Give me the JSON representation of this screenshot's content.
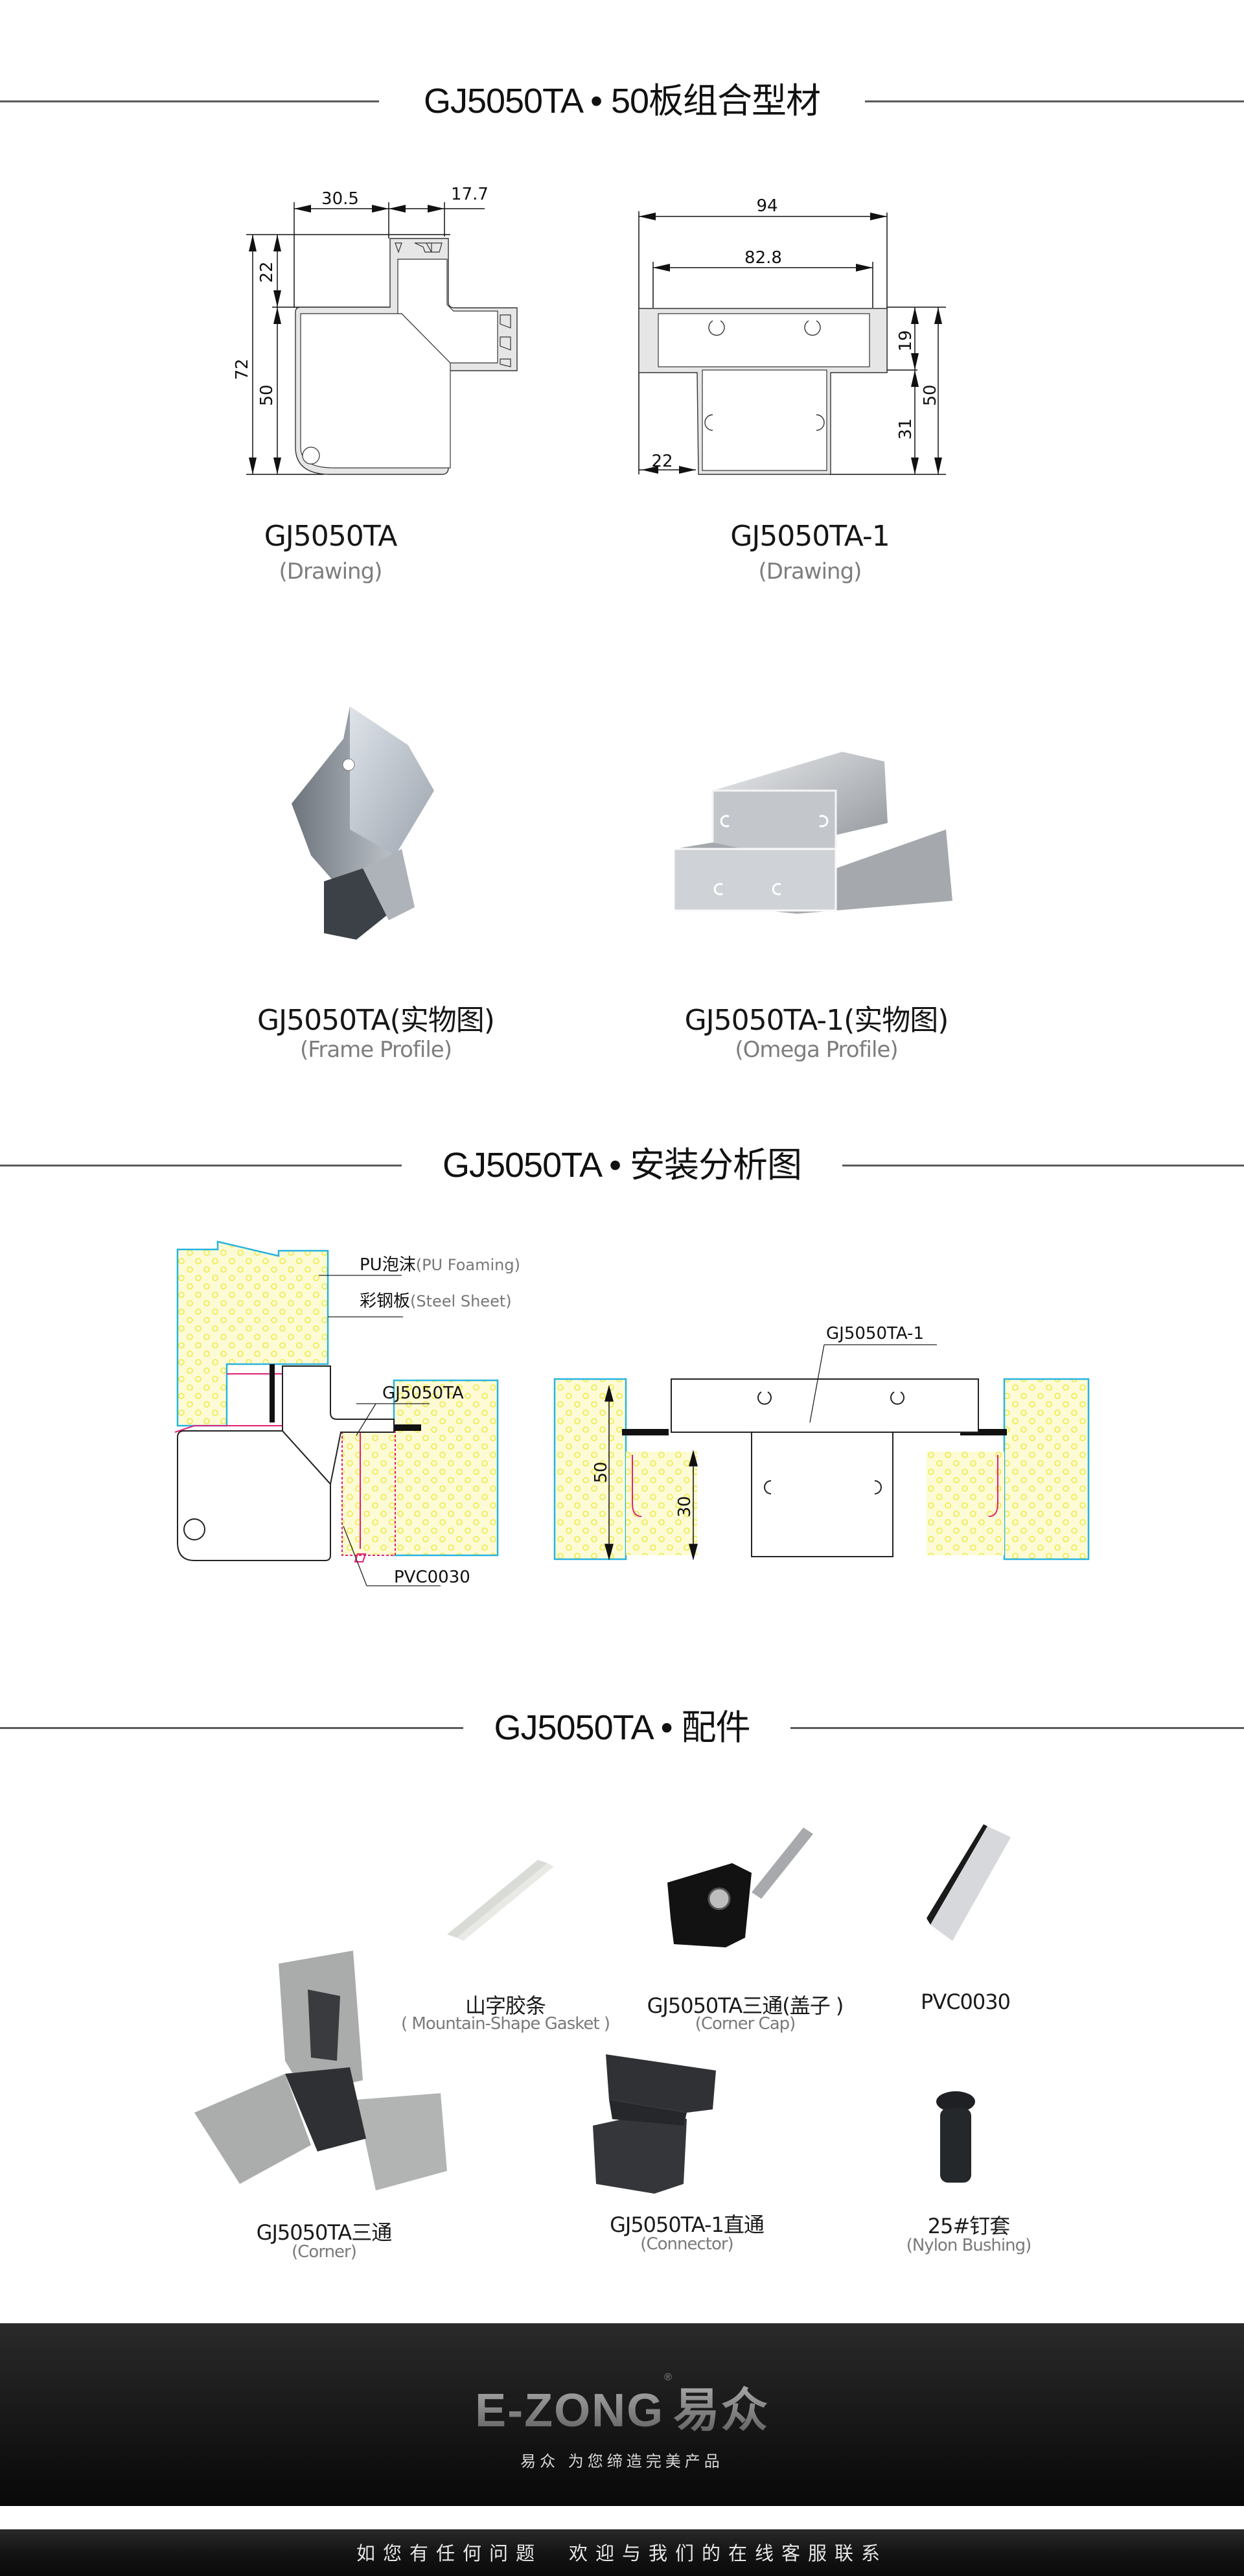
{
  "sections": {
    "profiles": {
      "title": "GJ5050TA • 50板组合型材"
    },
    "install": {
      "title": "GJ5050TA • 安装分析图"
    },
    "accessories": {
      "title": "GJ5050TA • 配件"
    }
  },
  "drawings": [
    {
      "name": "GJ5050TA",
      "sub": "(Drawing)",
      "dims": {
        "top_left": "30.5",
        "top_right": "17.7",
        "left_upper": "22",
        "left_total": "72",
        "left_lower": "50"
      }
    },
    {
      "name": "GJ5050TA-1",
      "sub": "(Drawing)",
      "dims": {
        "overall": "94",
        "inner": "82.8",
        "right_upper": "19",
        "right_lower": "31",
        "right_total": "50",
        "bottom_left": "22"
      }
    }
  ],
  "photos": [
    {
      "name": "GJ5050TA(实物图)",
      "sub": "(Frame Profile)"
    },
    {
      "name": "GJ5050TA-1(实物图)",
      "sub": "(Omega Profile)"
    }
  ],
  "install_diagram": {
    "labels": {
      "pu_cn": "PU泡沫",
      "pu_en": "(PU Foaming)",
      "steel_cn": "彩钢板",
      "steel_en": "(Steel Sheet)",
      "frame": "GJ5050TA",
      "omega": "GJ5050TA-1",
      "pvc": "PVC0030"
    },
    "dims": {
      "panel": "50",
      "inset": "30"
    },
    "colors": {
      "foam": "#fdfbd6",
      "foam_dots": "#f2ee3a",
      "steel": "#28b4e0",
      "pvc": "#e0207a",
      "gasket": "#111111"
    }
  },
  "accessories": [
    {
      "name": "山字胶条",
      "sub": "( Mountain-Shape Gasket )"
    },
    {
      "name": "GJ5050TA三通(盖子 )",
      "sub": "(Corner Cap)"
    },
    {
      "name": "PVC0030",
      "sub": ""
    },
    {
      "name": "GJ5050TA三通",
      "sub": "(Corner)"
    },
    {
      "name": "GJ5050TA-1直通",
      "sub": "(Connector)"
    },
    {
      "name": "25#钉套",
      "sub": "(Nylon Bushing)"
    }
  ],
  "footer": {
    "logo_latin": "E-ZONG",
    "logo_cn": "易众",
    "registered": "®",
    "slogan": "易众 为您缔造完美产品",
    "contact": "如您有任何问题　欢迎与我们的在线客服联系"
  }
}
